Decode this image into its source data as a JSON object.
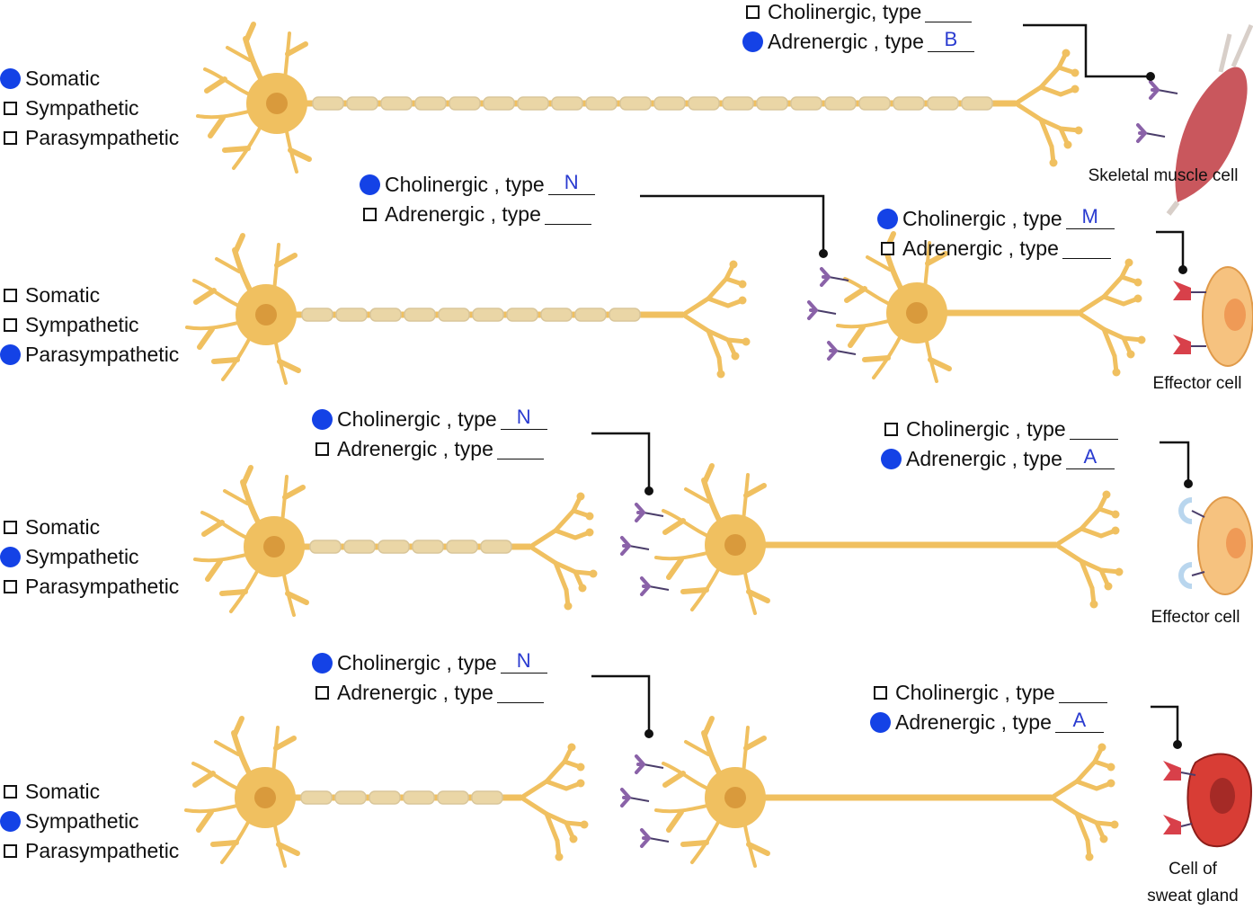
{
  "diagram": {
    "division_options": [
      "Somatic",
      "Sympathetic",
      "Parasympathetic"
    ],
    "pathways": [
      {
        "division_checked": "Somatic",
        "receptors": [
          {
            "cholinergic_label": "Cholinergic, type",
            "cholinergic_checked": false,
            "adrenergic_label": "Adrenergic , type",
            "adrenergic_checked": true,
            "answer_cholinergic": "",
            "answer_adrenergic": "B"
          }
        ],
        "target_label": "Skeletal muscle cell"
      },
      {
        "division_checked": "Parasympathetic",
        "receptors": [
          {
            "cholinergic_label": "Cholinergic , type",
            "cholinergic_checked": true,
            "adrenergic_label": "Adrenergic , type",
            "adrenergic_checked": false,
            "answer_cholinergic": "N",
            "answer_adrenergic": ""
          },
          {
            "cholinergic_label": "Cholinergic , type",
            "cholinergic_checked": true,
            "adrenergic_label": "Adrenergic , type",
            "adrenergic_checked": false,
            "answer_cholinergic": "M",
            "answer_adrenergic": ""
          }
        ],
        "target_label": "Effector cell"
      },
      {
        "division_checked": "Sympathetic",
        "receptors": [
          {
            "cholinergic_label": "Cholinergic , type",
            "cholinergic_checked": true,
            "adrenergic_label": "Adrenergic , type",
            "adrenergic_checked": false,
            "answer_cholinergic": "N",
            "answer_adrenergic": ""
          },
          {
            "cholinergic_label": "Cholinergic , type",
            "cholinergic_checked": false,
            "adrenergic_label": "Adrenergic , type",
            "adrenergic_checked": true,
            "answer_cholinergic": "",
            "answer_adrenergic": "A"
          }
        ],
        "target_label": "Effector cell"
      },
      {
        "division_checked": "Sympathetic",
        "receptors": [
          {
            "cholinergic_label": "Cholinergic , type",
            "cholinergic_checked": true,
            "adrenergic_label": "Adrenergic , type",
            "adrenergic_checked": false,
            "answer_cholinergic": "N",
            "answer_adrenergic": ""
          },
          {
            "cholinergic_label": "Cholinergic , type",
            "cholinergic_checked": false,
            "adrenergic_label": "Adrenergic , type",
            "adrenergic_checked": true,
            "answer_cholinergic": "",
            "answer_adrenergic": "A"
          }
        ],
        "target_label": [
          "Cell of",
          "sweat gland"
        ]
      }
    ],
    "colors": {
      "neuron": "#f0c060",
      "neuron_dark": "#e3aa48",
      "nucleus": "#d99a3c",
      "myelin": "#ead6a6",
      "myelin_edge": "#d9c69a",
      "receptor": "#8a62a8",
      "check_dot": "#1442e6",
      "answer_text": "#2a3bd0",
      "muscle": "#c9575d",
      "effector_cell": "#f6c27f",
      "effector_nucleus": "#ef9a56",
      "gland": "#d83d35",
      "gland_nucleus": "#a52a26",
      "nicotinic_receptor": "#d8404a",
      "alpha_receptor": "#b9d6ee"
    }
  }
}
